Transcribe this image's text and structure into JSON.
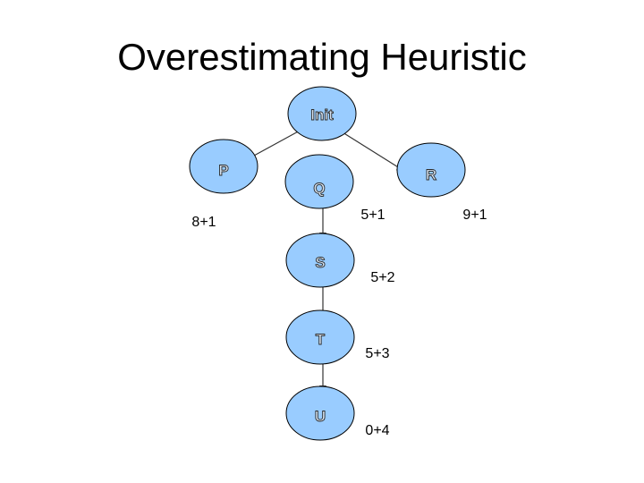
{
  "title": "Overestimating Heuristic",
  "nodes": {
    "init": "Init",
    "p": "P",
    "q": "Q",
    "r": "R",
    "s": "S",
    "t": "T",
    "u": "U"
  },
  "costs": {
    "p": "8+1",
    "q": "5+1",
    "r": "9+1",
    "s": "5+2",
    "t": "5+3",
    "u": "0+4"
  },
  "colors": {
    "node_fill": "#99ccff",
    "node_stroke": "#000000",
    "edge": "#333333"
  }
}
